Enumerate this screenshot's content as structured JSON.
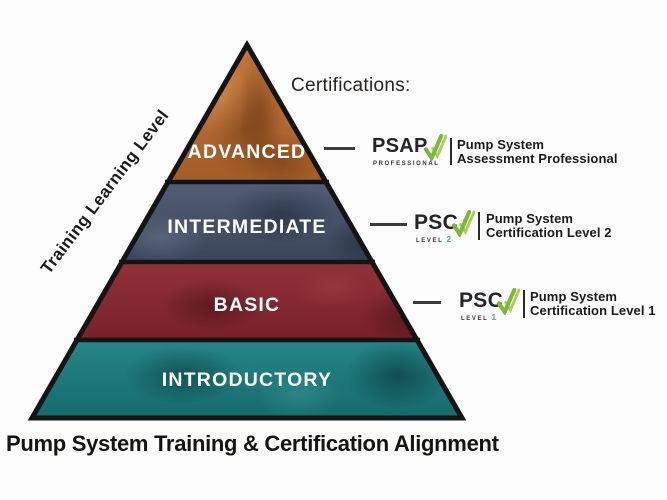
{
  "title": "Pump System Training & Certification Alignment",
  "axis_label": "Training Learning Level",
  "certifications_heading": "Certifications:",
  "pyramid": {
    "levels": [
      {
        "label": "ADVANCED",
        "color": "#bf6c2e"
      },
      {
        "label": "INTERMEDIATE",
        "color": "#46536b"
      },
      {
        "label": "BASIC",
        "color": "#8c2630"
      },
      {
        "label": "INTRODUCTORY",
        "color": "#1a7f81"
      }
    ]
  },
  "certifications": [
    {
      "abbr": "PSAP",
      "sub_prefix": "PROFESSIONAL",
      "sub_num": "",
      "desc_line1": "Pump System",
      "desc_line2": "Assessment Professional"
    },
    {
      "abbr": "PSC",
      "sub_prefix": "LEVEL",
      "sub_num": "2",
      "desc_line1": "Pump System",
      "desc_line2": "Certification Level 2"
    },
    {
      "abbr": "PSC",
      "sub_prefix": "LEVEL",
      "sub_num": "1",
      "desc_line1": "Pump System",
      "desc_line2": "Certification Level 1"
    }
  ],
  "icons": {
    "certification_check": "double-checkmark"
  },
  "colors": {
    "advanced": "#bf6c2e",
    "intermediate": "#46536b",
    "basic": "#8c2630",
    "introductory": "#1a7f81",
    "outline": "#141414",
    "band_label_text": "#ffffff",
    "accent_green": "#8dc63f",
    "accent_green_dark": "#7cb83c",
    "accent_teal": "#2ea3bd",
    "connector": "#3b3b3b",
    "text_dark": "#1b1a1a"
  }
}
